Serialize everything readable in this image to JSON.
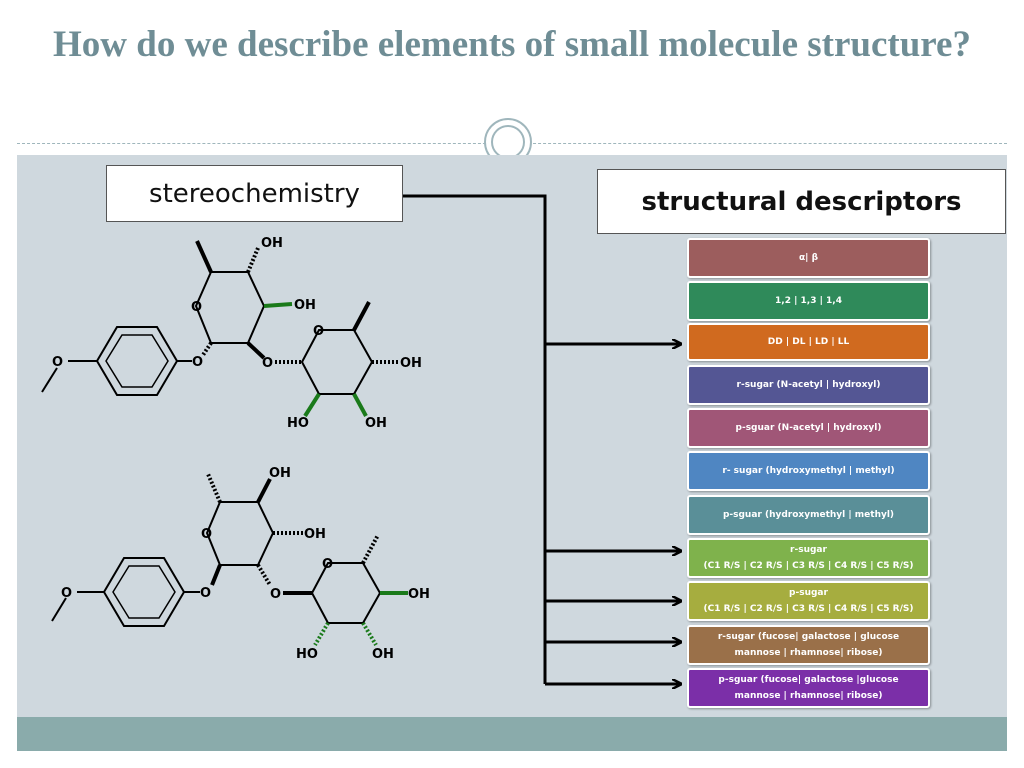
{
  "title": "How do we describe elements of small molecule structure?",
  "stereo_label": "stereochemistry",
  "structural_label": "structural descriptors",
  "descriptors": [
    {
      "line1": "α| β",
      "line2": "",
      "color": "#9c5d5d"
    },
    {
      "line1": "1,2  | 1,3 | 1,4",
      "line2": "",
      "color": "#2f8a5a"
    },
    {
      "line1": "DD | DL | LD | LL",
      "line2": "",
      "color": "#d06a1f"
    },
    {
      "line1": "r-sugar (N-acetyl | hydroxyl)",
      "line2": "",
      "color": "#545694"
    },
    {
      "line1": "p-sguar (N-acetyl | hydroxyl)",
      "line2": "",
      "color": "#a05677"
    },
    {
      "line1": "r- sugar (hydroxymethyl | methyl)",
      "line2": "",
      "color": "#4f86c2"
    },
    {
      "line1": "p-sguar (hydroxymethyl | methyl)",
      "line2": "",
      "color": "#5a8f98"
    },
    {
      "line1": "r-sugar",
      "line2": "(C1 R/S | C2 R/S | C3 R/S | C4 R/S | C5 R/S)",
      "color": "#7fb24c"
    },
    {
      "line1": "p-sugar",
      "line2": "(C1 R/S | C2 R/S | C3 R/S | C4 R/S | C5 R/S)",
      "color": "#a6ad3f"
    },
    {
      "line1": "r-sugar (fucose| galactose | glucose",
      "line2": "mannose | rhamnose| ribose)",
      "color": "#9a7049"
    },
    {
      "line1": "p-sguar (fucose| galactose |glucose",
      "line2": "mannose | rhamnose| ribose)",
      "color": "#7b2fa8"
    }
  ],
  "molecule_labels": {
    "oh": "OH",
    "ho": "HO",
    "o": "O"
  }
}
